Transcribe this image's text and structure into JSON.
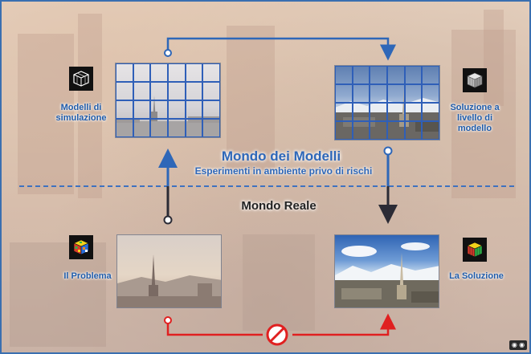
{
  "mondo_modelli": {
    "title": "Mondo dei Modelli",
    "subtitle": "Esperimenti in ambiente privo di rischi"
  },
  "mondo_reale": {
    "title": "Mondo Reale"
  },
  "labels": {
    "modelli_simulazione": "Modelli di simulazione",
    "soluzione_modello": "Soluzione a livello di modello",
    "problema": "Il Problema",
    "soluzione": "La Soluzione"
  },
  "icons": {
    "wireframe_cube": "wireframe-cube-icon",
    "grey_cube": "grey-cube-icon",
    "scrambled_cube": "rubik-cube-scrambled-icon",
    "solved_cube": "rubik-cube-solved-icon",
    "no_entry": "no-entry-icon"
  },
  "colors": {
    "model_blue": "#2e67b8",
    "grid_blue": "#2f5fb8",
    "real_red": "#e02020",
    "arrow_dark": "#2b2b35",
    "frame_border": "#3a6fb0"
  }
}
